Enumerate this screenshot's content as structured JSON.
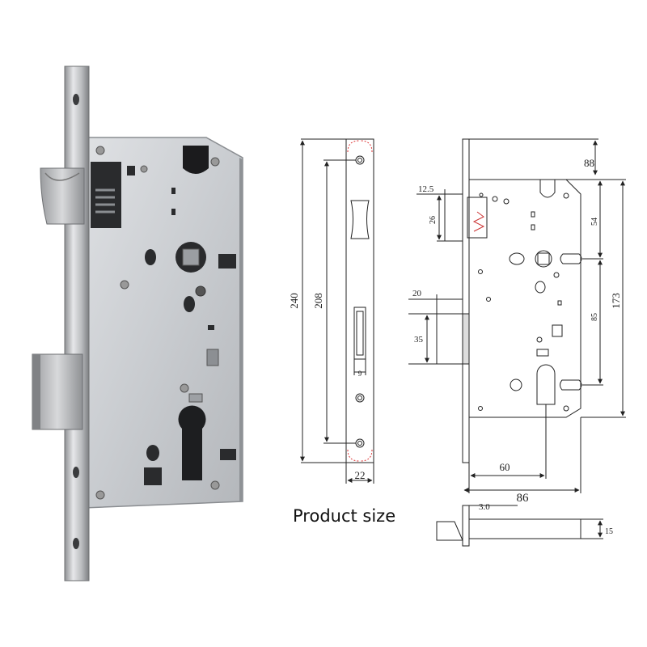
{
  "caption": "Product size",
  "faceplate_dims": {
    "total_height": "240",
    "screw_spacing": "208",
    "width": "22",
    "slot_width": "9"
  },
  "body_dims": {
    "backset": "88",
    "spring_latch_offset": "12.5",
    "spring_latch_height": "26",
    "upper_spacing": "54",
    "deadbolt_offset": "20",
    "deadbolt_height": "35",
    "center_spacing": "85",
    "body_height": "173",
    "cylinder_backset": "60",
    "body_depth": "86"
  },
  "spindle_dims": {
    "thickness": "3.0",
    "height": "15"
  }
}
